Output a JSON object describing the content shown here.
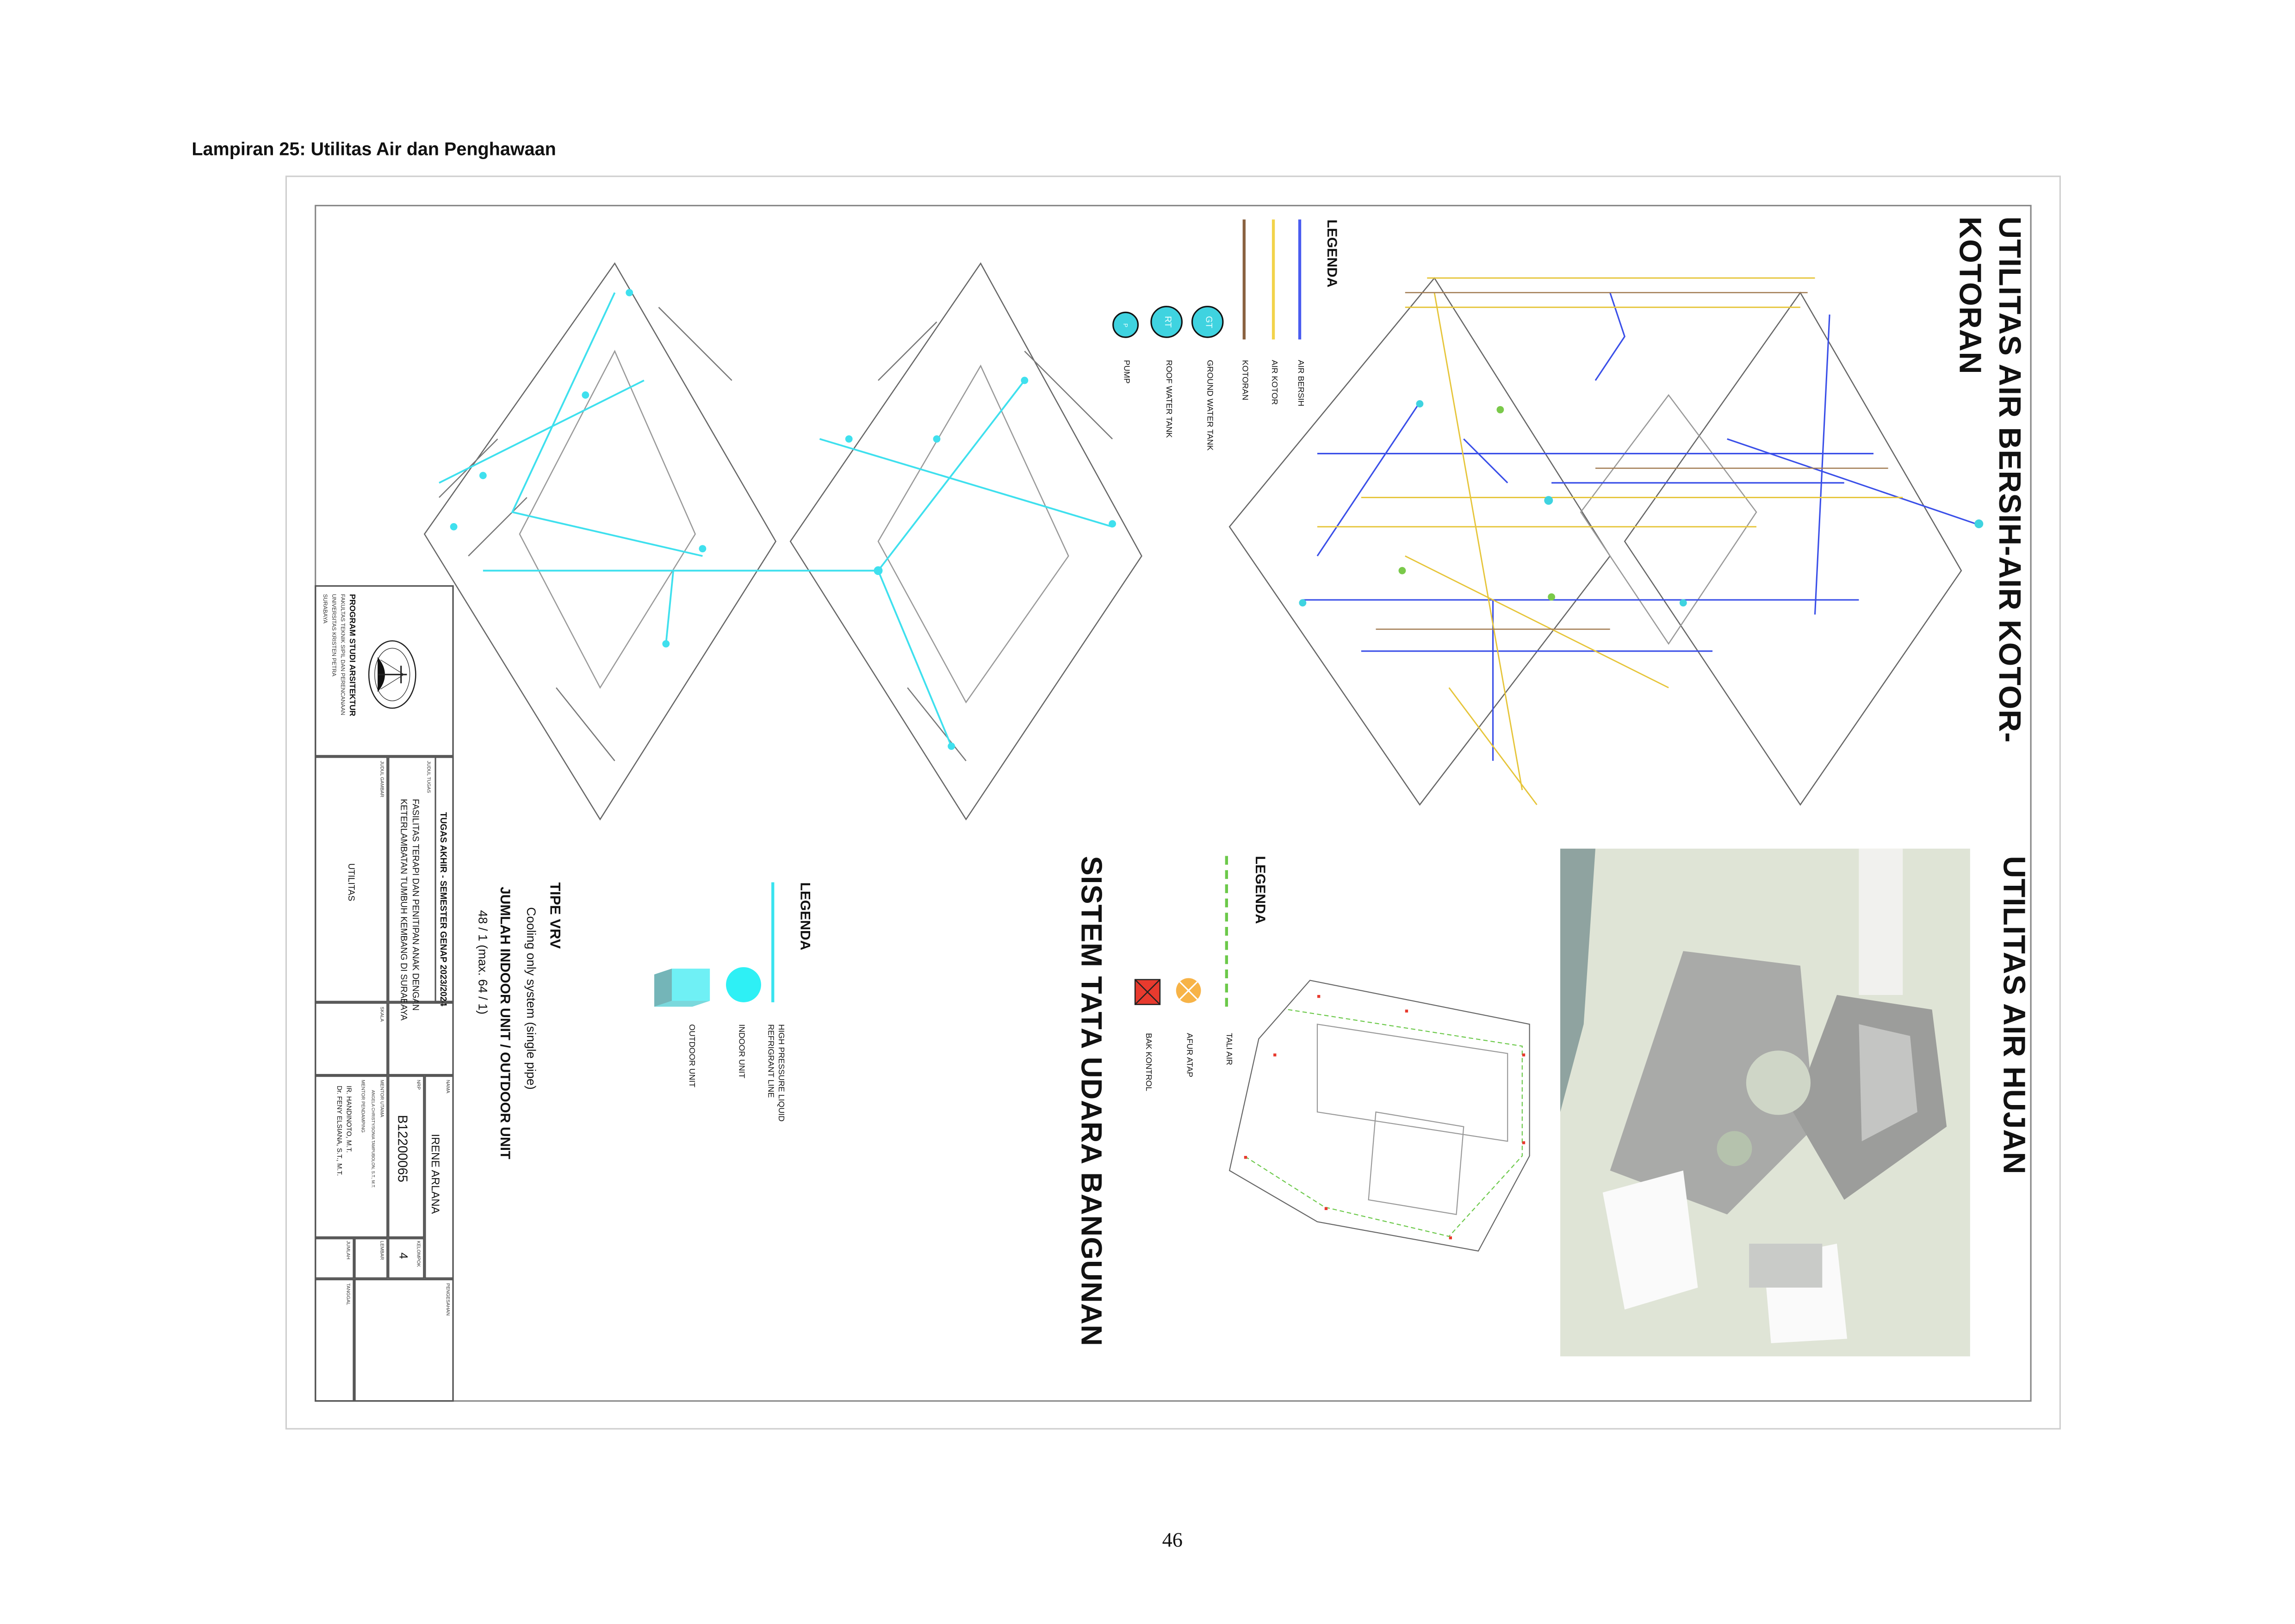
{
  "document": {
    "caption": "Lampiran 25: Utilitas Air dan Penghawaan",
    "page_number": "46"
  },
  "panels": {
    "water": {
      "title_line1": "UTILITAS AIR BERSIH-AIR KOTOR-",
      "title_line2": "KOTORAN",
      "legend_title": "LEGENDA",
      "legend": [
        {
          "label": "AIR BERSIH",
          "color": "#4a5cf0",
          "kind": "line"
        },
        {
          "label": "AIR KOTOR",
          "color": "#f2d34a",
          "kind": "line"
        },
        {
          "label": "KOTORAN",
          "color": "#8a6240",
          "kind": "line"
        },
        {
          "label": "GROUND WATER TANK",
          "symbol_text": "GT",
          "color": "#3fd3e0",
          "kind": "circle"
        },
        {
          "label": "ROOF WATER TANK",
          "symbol_text": "RT",
          "color": "#3fd3e0",
          "kind": "circle"
        },
        {
          "label": "PUMP",
          "symbol_text": "P",
          "color": "#3fd3e0",
          "kind": "circle"
        }
      ]
    },
    "rain": {
      "title": "UTILITAS AIR HUJAN",
      "legend_title": "LEGENDA",
      "legend": [
        {
          "label": "TALI AIR",
          "color": "#6cc94a",
          "kind": "dashed-line"
        },
        {
          "label": "AFUR ATAP",
          "color": "#f7b347",
          "kind": "circle-x"
        },
        {
          "label": "BAK KONTROL",
          "color": "#e83a2e",
          "kind": "square-x"
        }
      ]
    },
    "hvac": {
      "title": "SISTEM TATA UDARA BANGUNAN",
      "legend_title": "LEGENDA",
      "legend": [
        {
          "label_line1": "HIGH PRESSURE LIQUID",
          "label_line2": "REFRIGRANT LINE",
          "color": "#39e3ef",
          "kind": "line"
        },
        {
          "label": "INDOOR UNIT",
          "color": "#2ef0f5",
          "kind": "circle"
        },
        {
          "label": "OUTDOOR UNIT",
          "color": "#6ff0f5",
          "kind": "box"
        }
      ],
      "type_heading": "TIPE VRV",
      "type_value": "Cooling only system (single pipe)",
      "count_heading": "JUMLAH INDOOR UNIT / OUTDOOR UNIT",
      "count_value": "48 / 1 (max. 64 / 1)"
    }
  },
  "title_block": {
    "logo_text": "UNIVERSITAS KRISTEN PETRA",
    "program": "PROGRAM STUDI ARSITEKTUR",
    "faculty": "FAKULTAS TEKNIK SIPIL DAN PERENCANAAN",
    "university": "UNIVERSITAS KRISTEN PETRA",
    "city": "SURABAYA",
    "course": "TUGAS AKHIR - SEMESTER GENAP 2023/2024",
    "judul_tugas_label": "JUDUL TUGAS",
    "judul_tugas_line1": "FASILITAS TERAPI DAN PENITIPAN ANAK DENGAN",
    "judul_tugas_line2": "KETERLAMBATAN TUMBUH KEMBANG DI SURABAYA",
    "judul_gambar_label": "JUDUL GAMBAR",
    "judul_gambar": "UTILITAS",
    "skala_label": "SKALA",
    "nama_label": "NAMA",
    "nama": "IRENE ARLANA",
    "nrp_label": "NRP",
    "nrp": "B12200065",
    "mentor_utama_label": "MENTOR UTAMA",
    "mentor_utama": "ANGELA CHRISTY/SONIA TAMPUBOLON, S.T., M.T.",
    "mentor_pendamping_label": "MENTOR PENDAMPING",
    "mentor_pendamping_1": "IR. HANDINOTO, M.T.",
    "mentor_pendamping_2": "Dr. FENY ELSIANA, S.T., M.T.",
    "kelompok_label": "KELOMPOK",
    "kelompok": "4",
    "lembar_label": "LEMBAR",
    "jumlah_label": "JUMLAH",
    "pengesahan_label": "PENGESAHAN",
    "tanggal_label": "TANGGAL"
  }
}
